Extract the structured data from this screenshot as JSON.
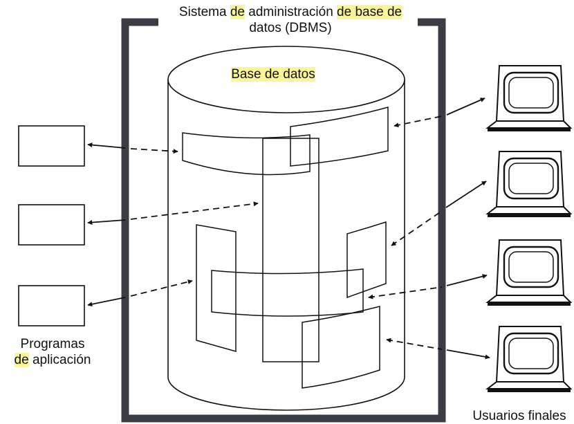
{
  "title": {
    "parts": [
      {
        "text": "Sistema ",
        "hl": false
      },
      {
        "text": "de",
        "hl": true
      },
      {
        "text": " administración ",
        "hl": false
      },
      {
        "text": "de base de",
        "hl": true
      }
    ],
    "line2": "datos (DBMS)"
  },
  "database": {
    "parts": [
      {
        "text": "Base de datos",
        "hl": true
      }
    ]
  },
  "programs": {
    "line1": "Programas",
    "parts": [
      {
        "text": "de",
        "hl": true
      },
      {
        "text": " aplicación",
        "hl": false
      }
    ]
  },
  "users": {
    "label": "Usuarios finales"
  },
  "colors": {
    "ink": "#111111",
    "frame": "#3a3d44",
    "highlight": "#fbf59a"
  },
  "icons": [
    "application-box",
    "terminal-icon",
    "bidirectional-arrow"
  ]
}
